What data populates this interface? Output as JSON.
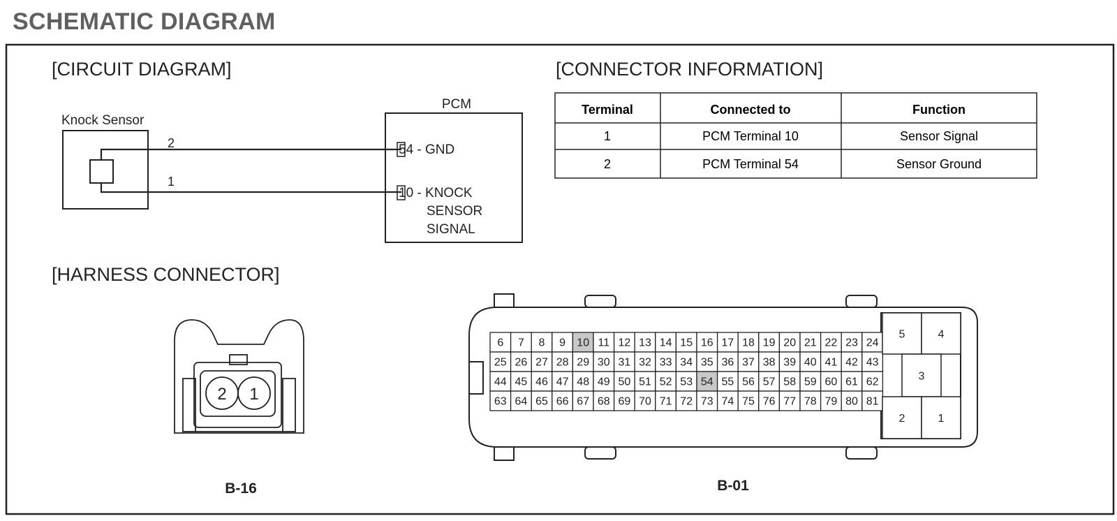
{
  "page": {
    "title": "SCHEMATIC DIAGRAM"
  },
  "circuit": {
    "heading": "[CIRCUIT DIAGRAM]",
    "sensor_label": "Knock Sensor",
    "pcm_label": "PCM",
    "wire_top_num": "2",
    "wire_bottom_num": "1",
    "pin_top": "54 - GND",
    "pin_bottom_lines": [
      "10 - KNOCK",
      "SENSOR",
      "SIGNAL"
    ]
  },
  "connector_info": {
    "heading": "[CONNECTOR INFORMATION]",
    "columns": [
      "Terminal",
      "Connected to",
      "Function"
    ],
    "rows": [
      [
        "1",
        "PCM Terminal 10",
        "Sensor Signal"
      ],
      [
        "2",
        "PCM Terminal 54",
        "Sensor Ground"
      ]
    ]
  },
  "harness": {
    "heading": "[HARNESS CONNECTOR]",
    "b16": {
      "label": "B-16",
      "pins": [
        "2",
        "1"
      ]
    },
    "b01": {
      "label": "B-01",
      "grid_rows": [
        [
          "6",
          "7",
          "8",
          "9",
          "10",
          "11",
          "12",
          "13",
          "14",
          "15",
          "16",
          "17",
          "18",
          "19",
          "20",
          "21",
          "22",
          "23",
          "24"
        ],
        [
          "25",
          "26",
          "27",
          "28",
          "29",
          "30",
          "31",
          "32",
          "33",
          "34",
          "35",
          "36",
          "37",
          "38",
          "39",
          "40",
          "41",
          "42",
          "43"
        ],
        [
          "44",
          "45",
          "46",
          "47",
          "48",
          "49",
          "50",
          "51",
          "52",
          "53",
          "54",
          "55",
          "56",
          "57",
          "58",
          "59",
          "60",
          "61",
          "62"
        ],
        [
          "63",
          "64",
          "65",
          "66",
          "67",
          "68",
          "69",
          "70",
          "71",
          "72",
          "73",
          "74",
          "75",
          "76",
          "77",
          "78",
          "79",
          "80",
          "81"
        ]
      ],
      "highlighted": [
        "10",
        "54"
      ],
      "highlight_color": "#c8c8c8",
      "side_pins": [
        "5",
        "4",
        "3",
        "2",
        "1"
      ]
    }
  }
}
